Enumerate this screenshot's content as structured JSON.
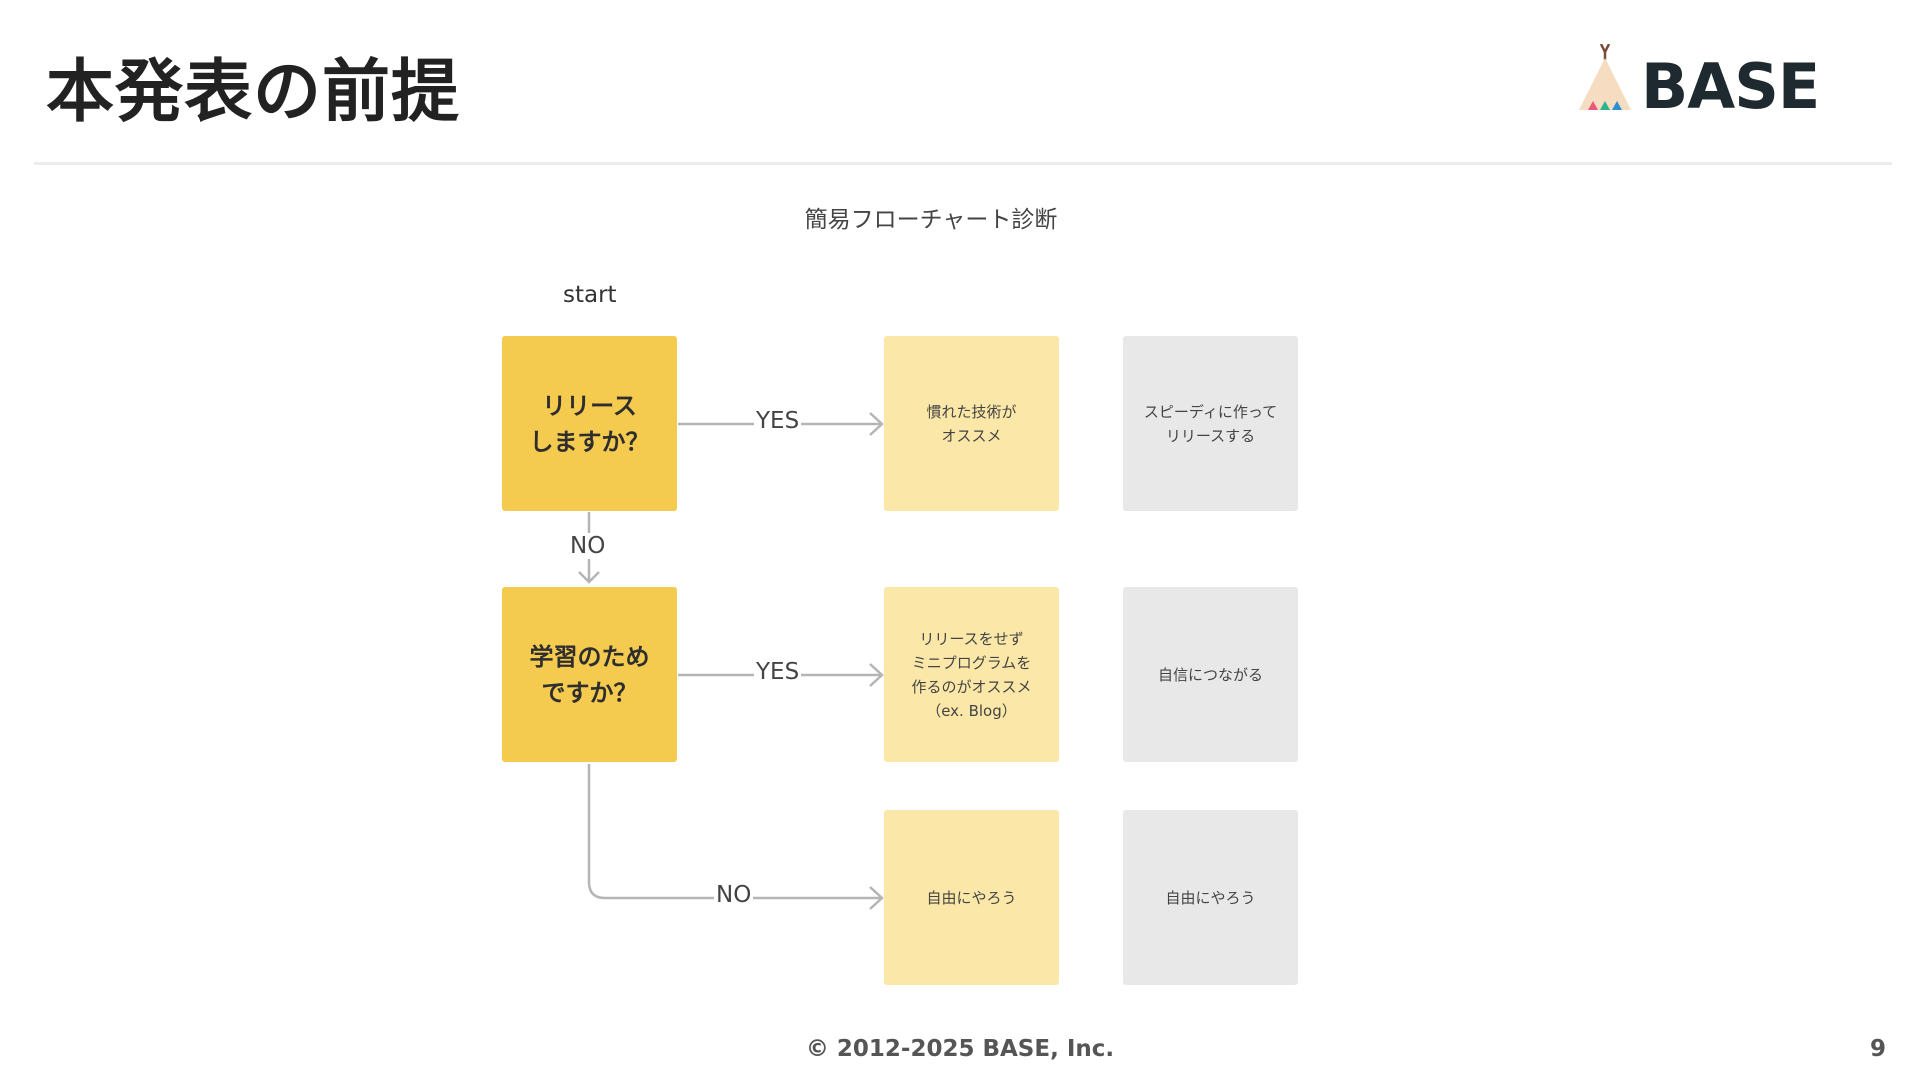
{
  "slide": {
    "title": "本発表の前提",
    "logo_text": "BASE",
    "footer": "© 2012-2025 BASE, Inc.",
    "page_number": "9"
  },
  "diagram": {
    "title": "簡易フローチャート診断",
    "start_label": "start",
    "questions": [
      {
        "text": "リリース\nしますか？"
      },
      {
        "text": "学習のため\nですか？"
      }
    ],
    "edge_labels": {
      "q1_yes": "YES",
      "q1_no": "NO",
      "q2_yes": "YES",
      "q2_no": "NO"
    },
    "recommendations": [
      {
        "text": "慣れた技術が\nオススメ"
      },
      {
        "text": "リリースをせず\nミニプログラムを\n作るのがオススメ\n（ex. Blog）"
      },
      {
        "text": "自由にやろう"
      }
    ],
    "results": [
      {
        "text": "スピーディに作って\nリリースする"
      },
      {
        "text": "自信につながる"
      },
      {
        "text": "自由にやろう"
      }
    ],
    "colors": {
      "question": "#f5cb4f",
      "recommendation": "#fbe8a8",
      "result": "#e8e8e8",
      "connector": "#b5b5b5"
    }
  }
}
